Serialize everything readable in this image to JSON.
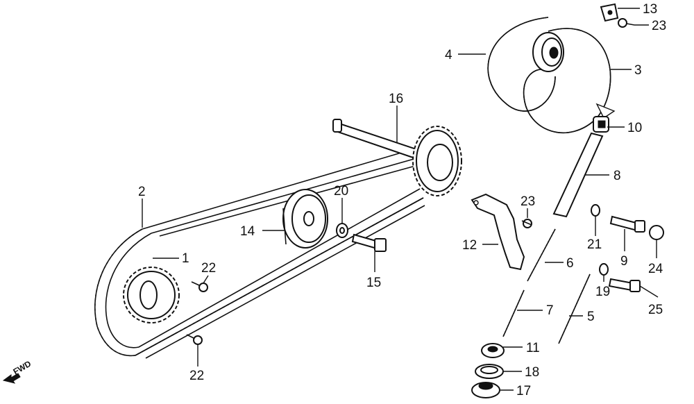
{
  "diagram": {
    "direction_label": "FWD",
    "callouts": [
      {
        "id": "c1",
        "text": "1"
      },
      {
        "id": "c2",
        "text": "2"
      },
      {
        "id": "c3",
        "text": "3"
      },
      {
        "id": "c4",
        "text": "4"
      },
      {
        "id": "c5",
        "text": "5"
      },
      {
        "id": "c6",
        "text": "6"
      },
      {
        "id": "c7",
        "text": "7"
      },
      {
        "id": "c8",
        "text": "8"
      },
      {
        "id": "c9",
        "text": "9"
      },
      {
        "id": "c10",
        "text": "10"
      },
      {
        "id": "c11",
        "text": "11"
      },
      {
        "id": "c12",
        "text": "12"
      },
      {
        "id": "c13",
        "text": "13"
      },
      {
        "id": "c14",
        "text": "14"
      },
      {
        "id": "c15",
        "text": "15"
      },
      {
        "id": "c16",
        "text": "16"
      },
      {
        "id": "c17",
        "text": "17"
      },
      {
        "id": "c18",
        "text": "18"
      },
      {
        "id": "c19",
        "text": "19"
      },
      {
        "id": "c20",
        "text": "20"
      },
      {
        "id": "c21",
        "text": "21"
      },
      {
        "id": "c22a",
        "text": "22"
      },
      {
        "id": "c22b",
        "text": "22"
      },
      {
        "id": "c23a",
        "text": "23"
      },
      {
        "id": "c23b",
        "text": "23"
      },
      {
        "id": "c24",
        "text": "24"
      },
      {
        "id": "c25",
        "text": "25"
      }
    ]
  }
}
